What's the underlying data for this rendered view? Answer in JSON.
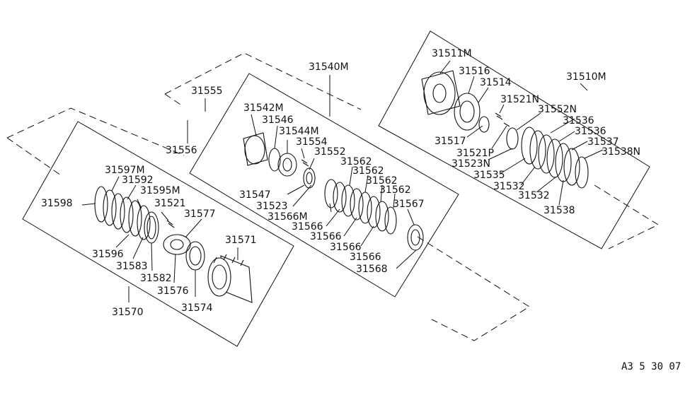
{
  "labels": {
    "31555": "31555",
    "31556": "31556",
    "31540M": "31540M",
    "31542M": "31542M",
    "31546": "31546",
    "31544M": "31544M",
    "31554": "31554",
    "31552": "31552",
    "31562": "31562",
    "31567": "31567",
    "31547": "31547",
    "31523": "31523",
    "31566M": "31566M",
    "31566": "31566",
    "31568": "31568",
    "31597M": "31597M",
    "31592": "31592",
    "31595M": "31595M",
    "31598": "31598",
    "31521": "31521",
    "31577": "31577",
    "31571": "31571",
    "31596": "31596",
    "31583": "31583",
    "31582": "31582",
    "31576": "31576",
    "31574": "31574",
    "31570": "31570",
    "31511M": "31511M",
    "31516": "31516",
    "31514": "31514",
    "31510M": "31510M",
    "31521N": "31521N",
    "31552N": "31552N",
    "31536": "31536",
    "31537": "31537",
    "31538N": "31538N",
    "31517": "31517",
    "31521P": "31521P",
    "31523N": "31523N",
    "31535": "31535",
    "31532": "31532",
    "31538": "31538"
  },
  "diagram_code": "A3 5 30 07"
}
